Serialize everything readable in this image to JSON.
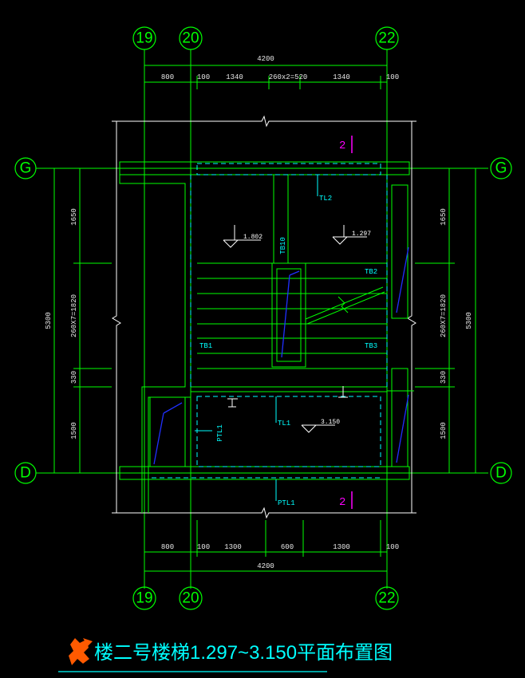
{
  "axes": {
    "top": [
      "19",
      "20",
      "22"
    ],
    "bottom": [
      "19",
      "20",
      "22"
    ],
    "left": [
      "G",
      "D"
    ],
    "right": [
      "G",
      "D"
    ]
  },
  "dims": {
    "top_total": "4200",
    "top_segments": [
      "800",
      "100",
      "1340",
      "260x2=520",
      "1340",
      "100"
    ],
    "bottom_total": "4200",
    "bottom_segments": [
      "800",
      "100",
      "1300",
      "600",
      "1300",
      "100"
    ],
    "left_total": "5300",
    "left_segments": [
      "1650",
      "260X7=1820",
      "330",
      "1500"
    ],
    "right_total": "5300",
    "right_segments": [
      "1650",
      "260X7=1820",
      "330",
      "1500"
    ]
  },
  "labels": {
    "tl2": "TL2",
    "tb10": "TB10",
    "tb1": "TB1",
    "tb2": "TB2",
    "tb3": "TB3",
    "tl1": "TL1",
    "ptl1_left": "PTL1",
    "ptl1_bottom": "PTL1",
    "elev_left": "1.802",
    "elev_right": "1.297",
    "elev_landing": "3.150",
    "section_top": "2",
    "section_bottom": "2"
  },
  "title": {
    "text": "楼二号楼梯1.297~3.150平面布置图"
  },
  "colors": {
    "background": "#000000",
    "grid": "#00ff00",
    "outline": "#ffffff",
    "annotation": "#00ffff",
    "section_mark": "#ff00ff",
    "rebar": "#2030ff",
    "title_icon": "#ff5a00"
  }
}
